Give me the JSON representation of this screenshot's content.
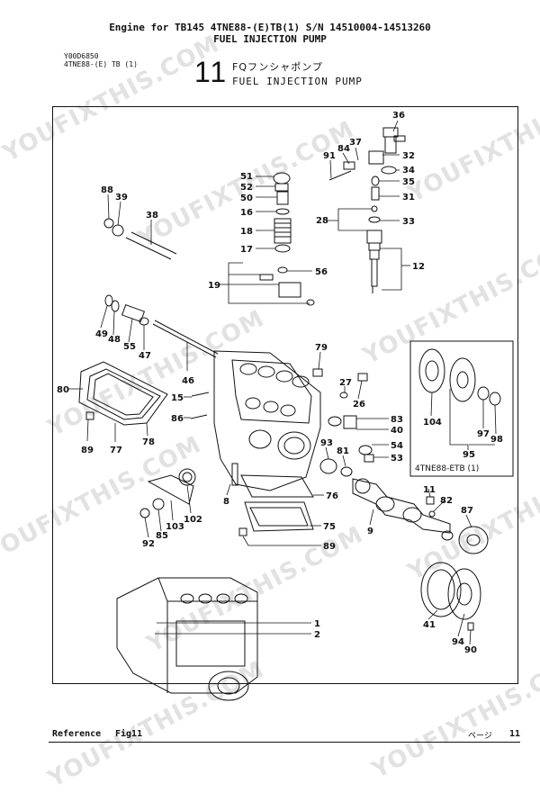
{
  "header": {
    "line1": "Engine for TB145  4TNE88-(E)TB(1)  S/N 14510004-14513260",
    "line2": "FUEL INJECTION PUMP"
  },
  "doc": {
    "code": "Y00D6850",
    "model": "4TNE88-(E) TB (1)",
    "fig_number": "11",
    "title_jp": "FQフンシャポンプ",
    "title_en": "FUEL INJECTION PUMP"
  },
  "watermark": "YOUFIXTHIS.COM",
  "inset_label": "4TNE88-ETB (1)",
  "callouts": {
    "c36": "36",
    "c37": "37",
    "c84": "84",
    "c91": "91",
    "c32": "32",
    "c34": "34",
    "c35": "35",
    "c31": "31",
    "c28": "28",
    "c33": "33",
    "c12": "12",
    "c51": "51",
    "c52": "52",
    "c50": "50",
    "c16": "16",
    "c18": "18",
    "c17": "17",
    "c56": "56",
    "c19": "19",
    "c88": "88",
    "c39": "39",
    "c38": "38",
    "c49": "49",
    "c48": "48",
    "c55": "55",
    "c47": "47",
    "c46": "46",
    "c80": "80",
    "c15": "15",
    "c86": "86",
    "c89a": "89",
    "c77": "77",
    "c78": "78",
    "c79": "79",
    "c27": "27",
    "c26": "26",
    "c83": "83",
    "c40": "40",
    "c54": "54",
    "c53": "53",
    "c93": "93",
    "c81": "81",
    "c104": "104",
    "c97": "97",
    "c98": "98",
    "c95": "95",
    "c8": "8",
    "c76": "76",
    "c75": "75",
    "c89b": "89",
    "c92": "92",
    "c85": "85",
    "c103": "103",
    "c102": "102",
    "c11": "11",
    "c82": "82",
    "c9": "9",
    "c87": "87",
    "c1": "1",
    "c2": "2",
    "c41": "41",
    "c94": "94",
    "c90": "90"
  },
  "footer": {
    "reference_label": "Reference",
    "fig_label": "Fig11",
    "page_label": "ページ",
    "page_number": "11"
  }
}
